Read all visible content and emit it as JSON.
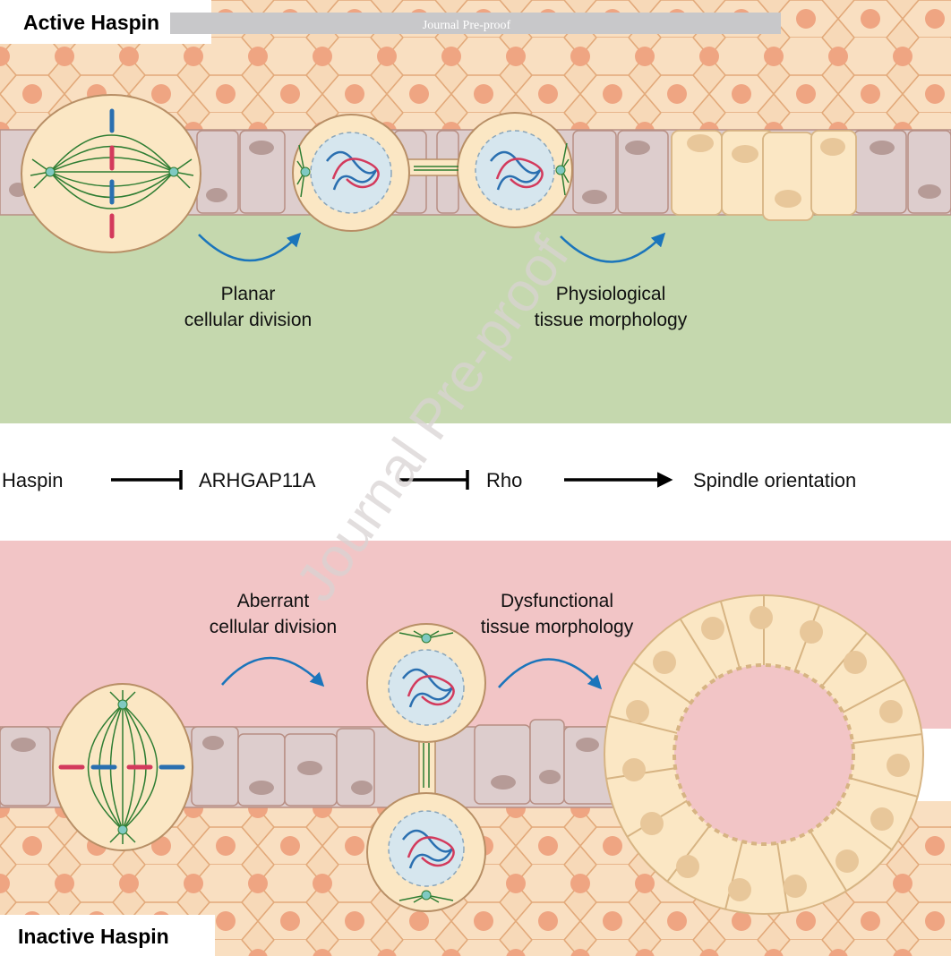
{
  "panels": {
    "active": {
      "title": "Active Haspin",
      "step1": [
        "Planar",
        "cellular division"
      ],
      "step2": [
        "Physiological",
        "tissue morphology"
      ]
    },
    "inactive": {
      "title": "Inactive Haspin",
      "step1": [
        "Aberrant",
        "cellular division"
      ],
      "step2": [
        "Dysfunctional",
        "tissue morphology"
      ]
    }
  },
  "pathway": {
    "nodes": [
      "Haspin",
      "ARHGAP11A",
      "Rho",
      "Spindle orientation"
    ],
    "links": [
      "inhibits",
      "inhibits",
      "activates"
    ]
  },
  "watermark": {
    "banner": "Journal Pre-proof",
    "diagonal": "Journal Pre-proof"
  },
  "colors": {
    "green_bg": "#c5d8ae",
    "pink_bg": "#f2c5c6",
    "tissue": "#f7d9b8",
    "tissue_cell_edge": "#e2a97a",
    "nucleus": "#efa582",
    "epithelium": "#ddcdcd",
    "dividing_cell": "#fbe7c4",
    "arrow_blue": "#1b75bb",
    "spindle": "#2e7d32",
    "chromosome_red": "#d33a5c",
    "chromosome_blue": "#2a6fb0"
  }
}
